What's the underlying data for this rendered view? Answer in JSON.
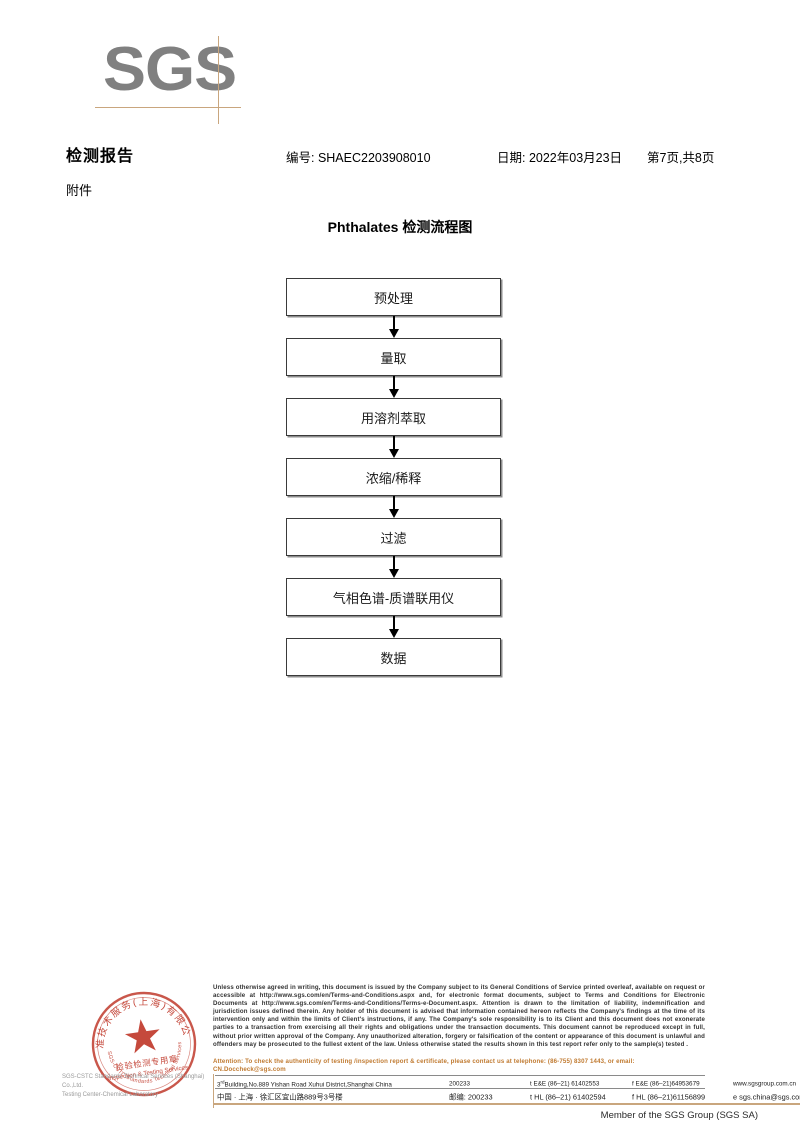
{
  "logo": {
    "brand": "SGS"
  },
  "header": {
    "title": "检测报告",
    "subtitle": "附件",
    "report_no": "编号: SHAEC2203908010",
    "date": "日期: 2022年03月23日",
    "page": "第7页,共8页"
  },
  "flowchart": {
    "title": "Phthalates 检测流程图",
    "nodes": [
      {
        "label": "预处理"
      },
      {
        "label": "量取"
      },
      {
        "label": "用溶剂萃取"
      },
      {
        "label": "浓缩/稀释"
      },
      {
        "label": "过滤"
      },
      {
        "label": "气相色谱-质谱联用仪"
      },
      {
        "label": "数据"
      }
    ]
  },
  "seal": {
    "top_text": "标准技术服务(上海)有限公司",
    "middle_text_cn": "检验检测专用章",
    "middle_text_en": "Inspection & Testing Services",
    "bottom_text": "SGS-CSTC Standards Technical Services"
  },
  "seal_company": {
    "line1": "SGS-CSTC Standards Technical Services (Shanghai) Co.,Ltd.",
    "line2": "Testing Center-Chemical Laboratory"
  },
  "footer": {
    "legal": "Unless otherwise agreed in writing, this document is issued by the Company subject to its General Conditions of Service printed overleaf, available on request or accessible at http://www.sgs.com/en/Terms-and-Conditions.aspx and, for electronic format documents, subject to Terms and Conditions for Electronic Documents at http://www.sgs.com/en/Terms-and-Conditions/Terms-e-Document.aspx. Attention is drawn to the limitation of liability, indemnification and jurisdiction issues defined therein. Any holder of this document is advised that information contained hereon reflects the Company's findings at the time of its intervention only and within the limits of Client's instructions, if any. The Company's sole responsibility is to its Client and this document does not exonerate parties to a transaction from exercising all their rights and obligations under the transaction documents. This document cannot be reproduced except in full, without prior written approval of the Company. Any unauthorized alteration, forgery or falsification of the content or appearance of this document is unlawful and offenders may be prosecuted to the fullest extent of the law. Unless otherwise stated the results shown in this test report refer only to the sample(s) tested .",
    "attention": "Attention: To check the authenticity of testing /inspection report & certificate, please contact us at telephone: (86-755) 8307 1443, or email: CN.Doccheck@sgs.com",
    "attention_color": "#c07a30",
    "member": "Member of the SGS Group (SGS SA)"
  },
  "address": {
    "row_en": {
      "address_prefix": "3",
      "address_sup": "rd",
      "address": "Building,No.889 Yishan Road Xuhui District,Shanghai China",
      "zip": "200233",
      "tel": "t E&E (86–21) 61402553",
      "fax": "f E&E (86–21)64953679",
      "web": "www.sgsgroup.com.cn"
    },
    "row_cn": {
      "address": "中国 · 上海 · 徐汇区宜山路889号3号楼",
      "zip": "邮编: 200233",
      "tel": "t HL (86–21) 61402594",
      "fax": "f HL (86–21)61156899",
      "web": "e  sgs.china@sgs.com"
    }
  }
}
